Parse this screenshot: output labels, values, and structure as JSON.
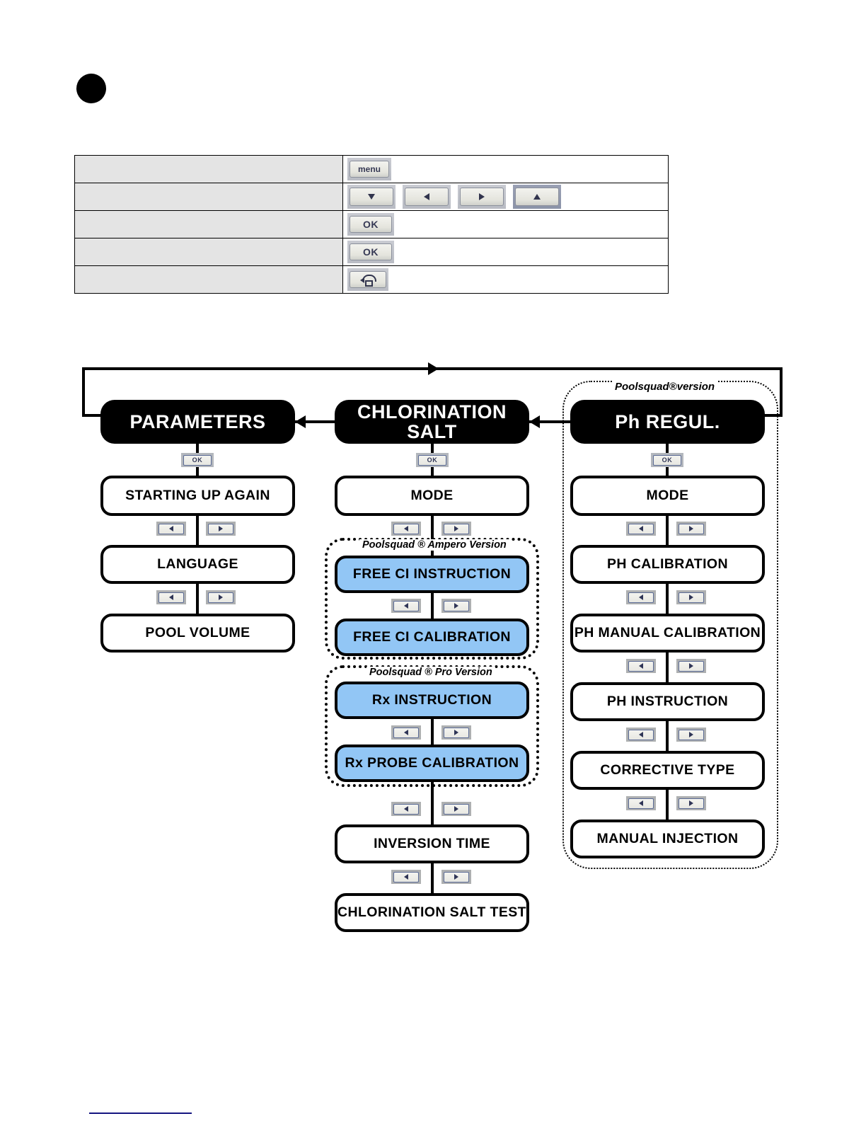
{
  "page": {
    "bullet": "●",
    "background": "#ffffff",
    "footnote_rule_color": "#151580"
  },
  "key_table": {
    "rows": [
      {
        "label": "",
        "buttons": [
          {
            "type": "menu-button",
            "label": "menu"
          }
        ]
      },
      {
        "label": "",
        "buttons": [
          {
            "type": "down-button",
            "label": ""
          },
          {
            "type": "left-button",
            "label": ""
          },
          {
            "type": "right-button",
            "label": ""
          },
          {
            "type": "up-button",
            "label": ""
          }
        ]
      },
      {
        "label": "",
        "buttons": [
          {
            "type": "ok-button",
            "label": "OK"
          }
        ]
      },
      {
        "label": "",
        "buttons": [
          {
            "type": "ok-button",
            "label": "OK"
          }
        ]
      },
      {
        "label": "",
        "buttons": [
          {
            "type": "back-home-button",
            "label": ""
          }
        ]
      }
    ]
  },
  "flow": {
    "ok_label": "OK",
    "headers": {
      "parameters": "PARAMETERS",
      "chlorination_salt": "CHLORINATION  SALT",
      "ph_regul": "Ph REGUL."
    },
    "group_labels": {
      "poolsquad_version": "Poolsquad®version",
      "ampero_version": "Poolsquad ® Ampero Version",
      "pro_version": "Poolsquad ® Pro Version"
    },
    "columns": {
      "parameters": [
        "STARTING UP AGAIN",
        "LANGUAGE",
        "POOL VOLUME"
      ],
      "chlorination_salt": [
        "MODE",
        "FREE CI INSTRUCTION",
        "FREE CI CALIBRATION",
        "Rx INSTRUCTION",
        "Rx PROBE CALIBRATION",
        "INVERSION  TIME",
        "CHLORINATION SALT TEST"
      ],
      "ph_regul": [
        "MODE",
        "PH CALIBRATION",
        "PH MANUAL  CALIBRATION",
        "PH INSTRUCTION",
        "CORRECTIVE TYPE",
        "MANUAL  INJECTION"
      ]
    },
    "colors": {
      "header_bg": "#000000",
      "header_text": "#ffffff",
      "node_bg": "#ffffff",
      "highlight_bg": "#92c6f5",
      "border": "#000000"
    }
  }
}
